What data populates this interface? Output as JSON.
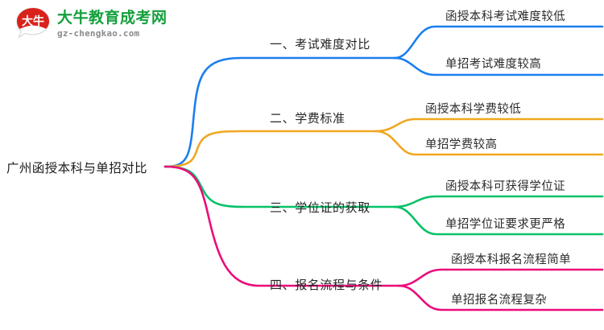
{
  "logo": {
    "mark_text": "大牛",
    "title": "大牛教育成考网",
    "subtitle": "gz-chengkao.com",
    "brand_green": "#14a03c",
    "brand_red": "#d9221c"
  },
  "mindmap": {
    "root": {
      "label": "广州函授本科与单招对比"
    },
    "branches": [
      {
        "index_label": "一、考试难度对比",
        "color": "#1a7ff0",
        "leaves": [
          {
            "label": "函授本科考试难度较低"
          },
          {
            "label": "单招考试难度较高"
          }
        ]
      },
      {
        "index_label": "二、学费标准",
        "color": "#f0a720",
        "leaves": [
          {
            "label": "函授本科学费较低"
          },
          {
            "label": "单招学费较高"
          }
        ]
      },
      {
        "index_label": "三、学位证的获取",
        "color": "#06c268",
        "leaves": [
          {
            "label": "函授本科可获得学位证"
          },
          {
            "label": "单招学位证要求更严格"
          }
        ]
      },
      {
        "index_label": "四、报名流程与条件",
        "color": "#ec0a7a",
        "leaves": [
          {
            "label": "函授本科报名流程简单"
          },
          {
            "label": "单招报名流程复杂"
          }
        ]
      }
    ]
  }
}
